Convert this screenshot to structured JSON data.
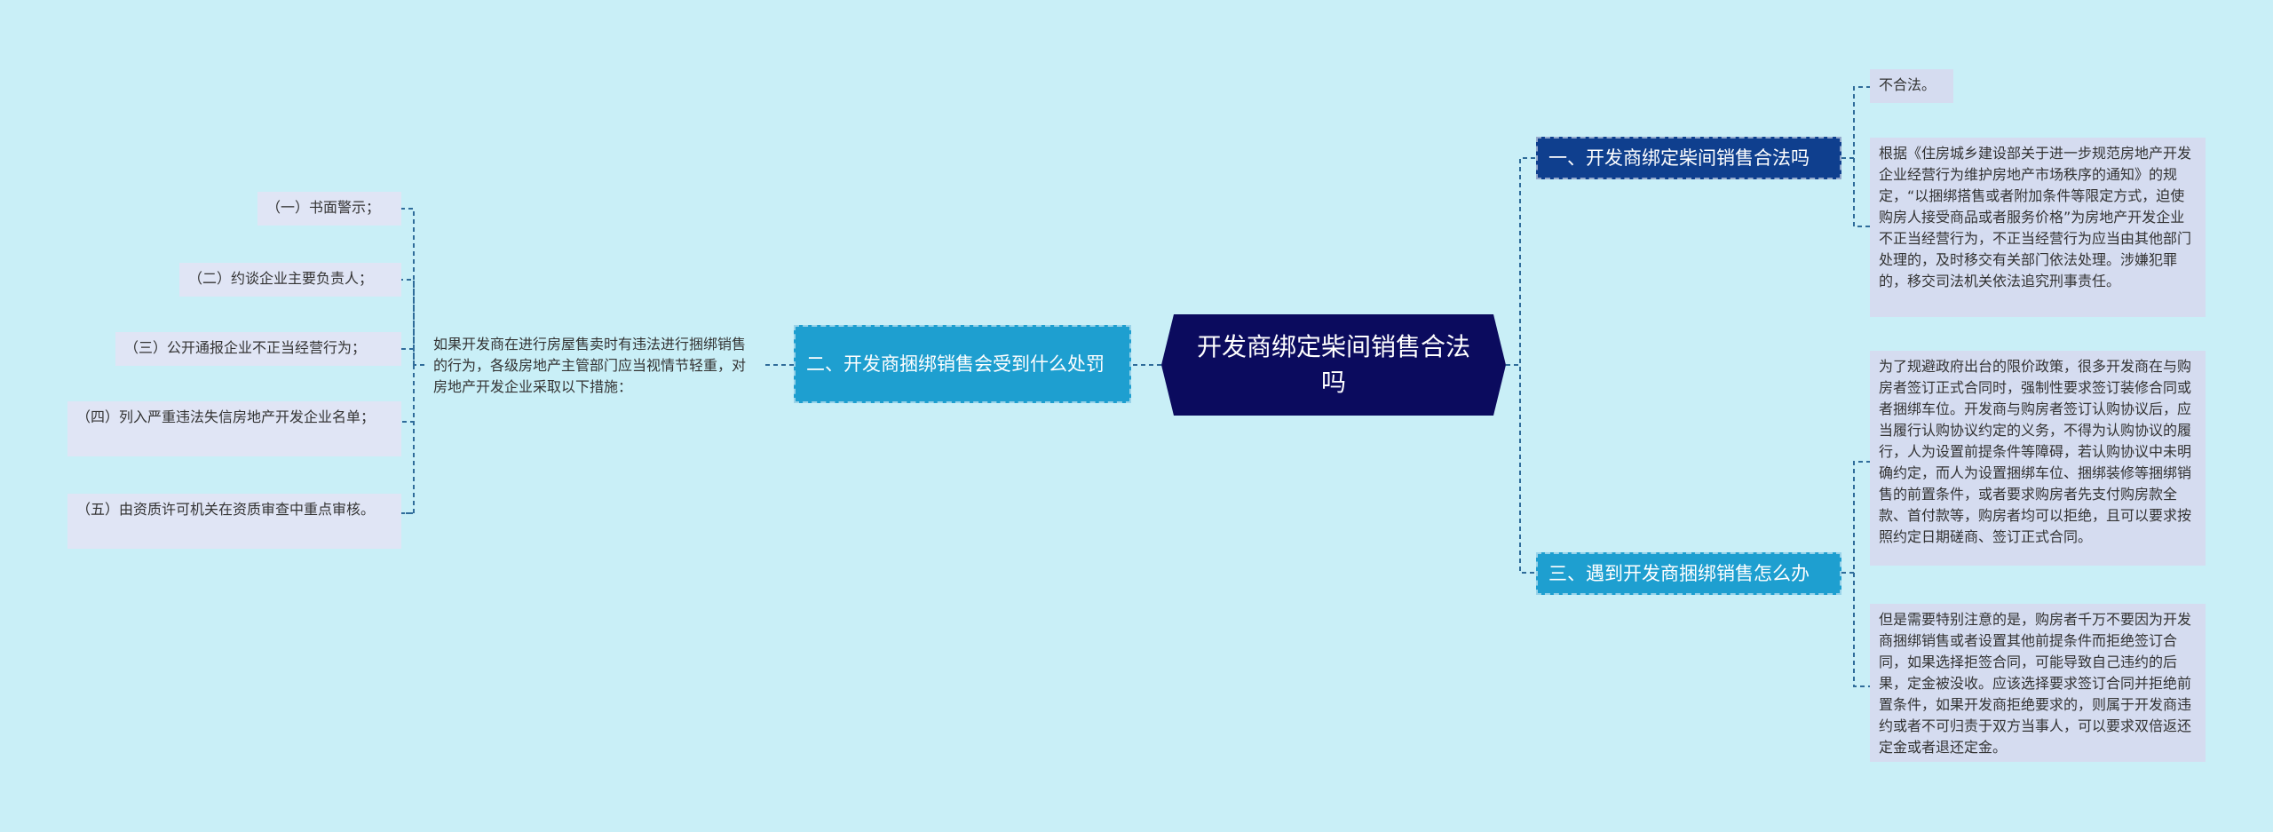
{
  "root": {
    "title": "开发商绑定柴间销售合法吗"
  },
  "branches": [
    {
      "label": "一、开发商绑定柴间销售合法吗",
      "children": [
        "不合法。",
        "根据《住房城乡建设部关于进一步规范房地产开发企业经营行为维护房地产市场秩序的通知》的规定，“以捆绑搭售或者附加条件等限定方式，迫使购房人接受商品或者服务价格”为房地产开发企业不正当经营行为，不正当经营行为应当由其他部门处理的，及时移交有关部门依法处理。涉嫌犯罪的，移交司法机关依法追究刑事责任。"
      ]
    },
    {
      "label": "二、开发商捆绑销售会受到什么处罚",
      "intro": "如果开发商在进行房屋售卖时有违法进行捆绑销售的行为，各级房地产主管部门应当视情节轻重，对房地产开发企业采取以下措施：",
      "children": [
        "（一）书面警示；",
        "（二）约谈企业主要负责人；",
        "（三）公开通报企业不正当经营行为；",
        "（四）列入严重违法失信房地产开发企业名单；",
        "（五）由资质许可机关在资质审查中重点审核。"
      ]
    },
    {
      "label": "三、遇到开发商捆绑销售怎么办",
      "children": [
        "为了规避政府出台的限价政策，很多开发商在与购房者签订正式合同时，强制性要求签订装修合同或者捆绑车位。开发商与购房者签订认购协议后，应当履行认购协议约定的义务，不得为认购协议的履行，人为设置前提条件等障碍，若认购协议中未明确约定，而人为设置捆绑车位、捆绑装修等捆绑销售的前置条件，或者要求购房者先支付购房款全款、首付款等，购房者均可以拒绝，且可以要求按照约定日期磋商、签订正式合同。",
        "但是需要特别注意的是，购房者千万不要因为开发商捆绑销售或者设置其他前提条件而拒绝签订合同，如果选择拒签合同，可能导致自己违约的后果，定金被没收。应该选择要求签订合同并拒绝前置条件，如果开发商拒绝要求的，则属于开发商违约或者不可归责于双方当事人，可以要求双倍返还定金或者退还定金。"
      ]
    }
  ],
  "colors": {
    "background": "#c9eff7",
    "root": "#0b0b5e",
    "branch_dark": "#0f3f8e",
    "branch_teal": "#1e9fd0",
    "leaf": "#e0e5f5",
    "connector": "#2f6c9a"
  }
}
